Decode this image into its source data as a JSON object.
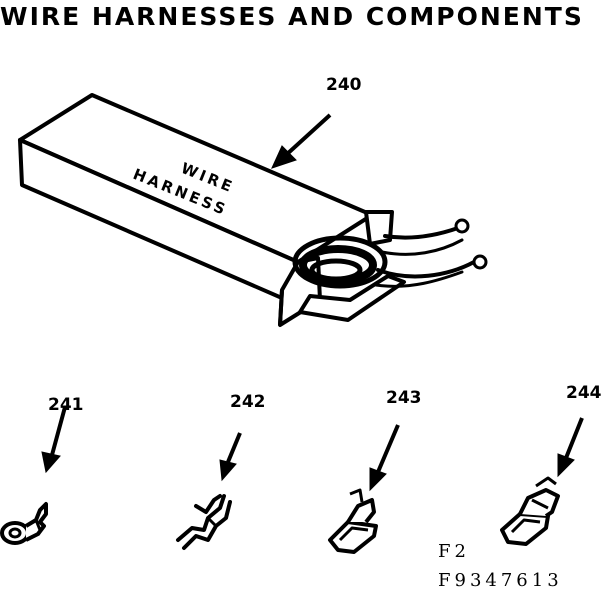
{
  "title": "WIRE HARNESSES AND COMPONENTS",
  "box_label": {
    "line1": "WIRE",
    "line2": "HARNESS"
  },
  "parts": [
    {
      "ref": "240"
    },
    {
      "ref": "241"
    },
    {
      "ref": "242"
    },
    {
      "ref": "243"
    },
    {
      "ref": "244"
    }
  ],
  "figure_codes": {
    "figure": "F2",
    "drawing_number": "F9347613"
  }
}
